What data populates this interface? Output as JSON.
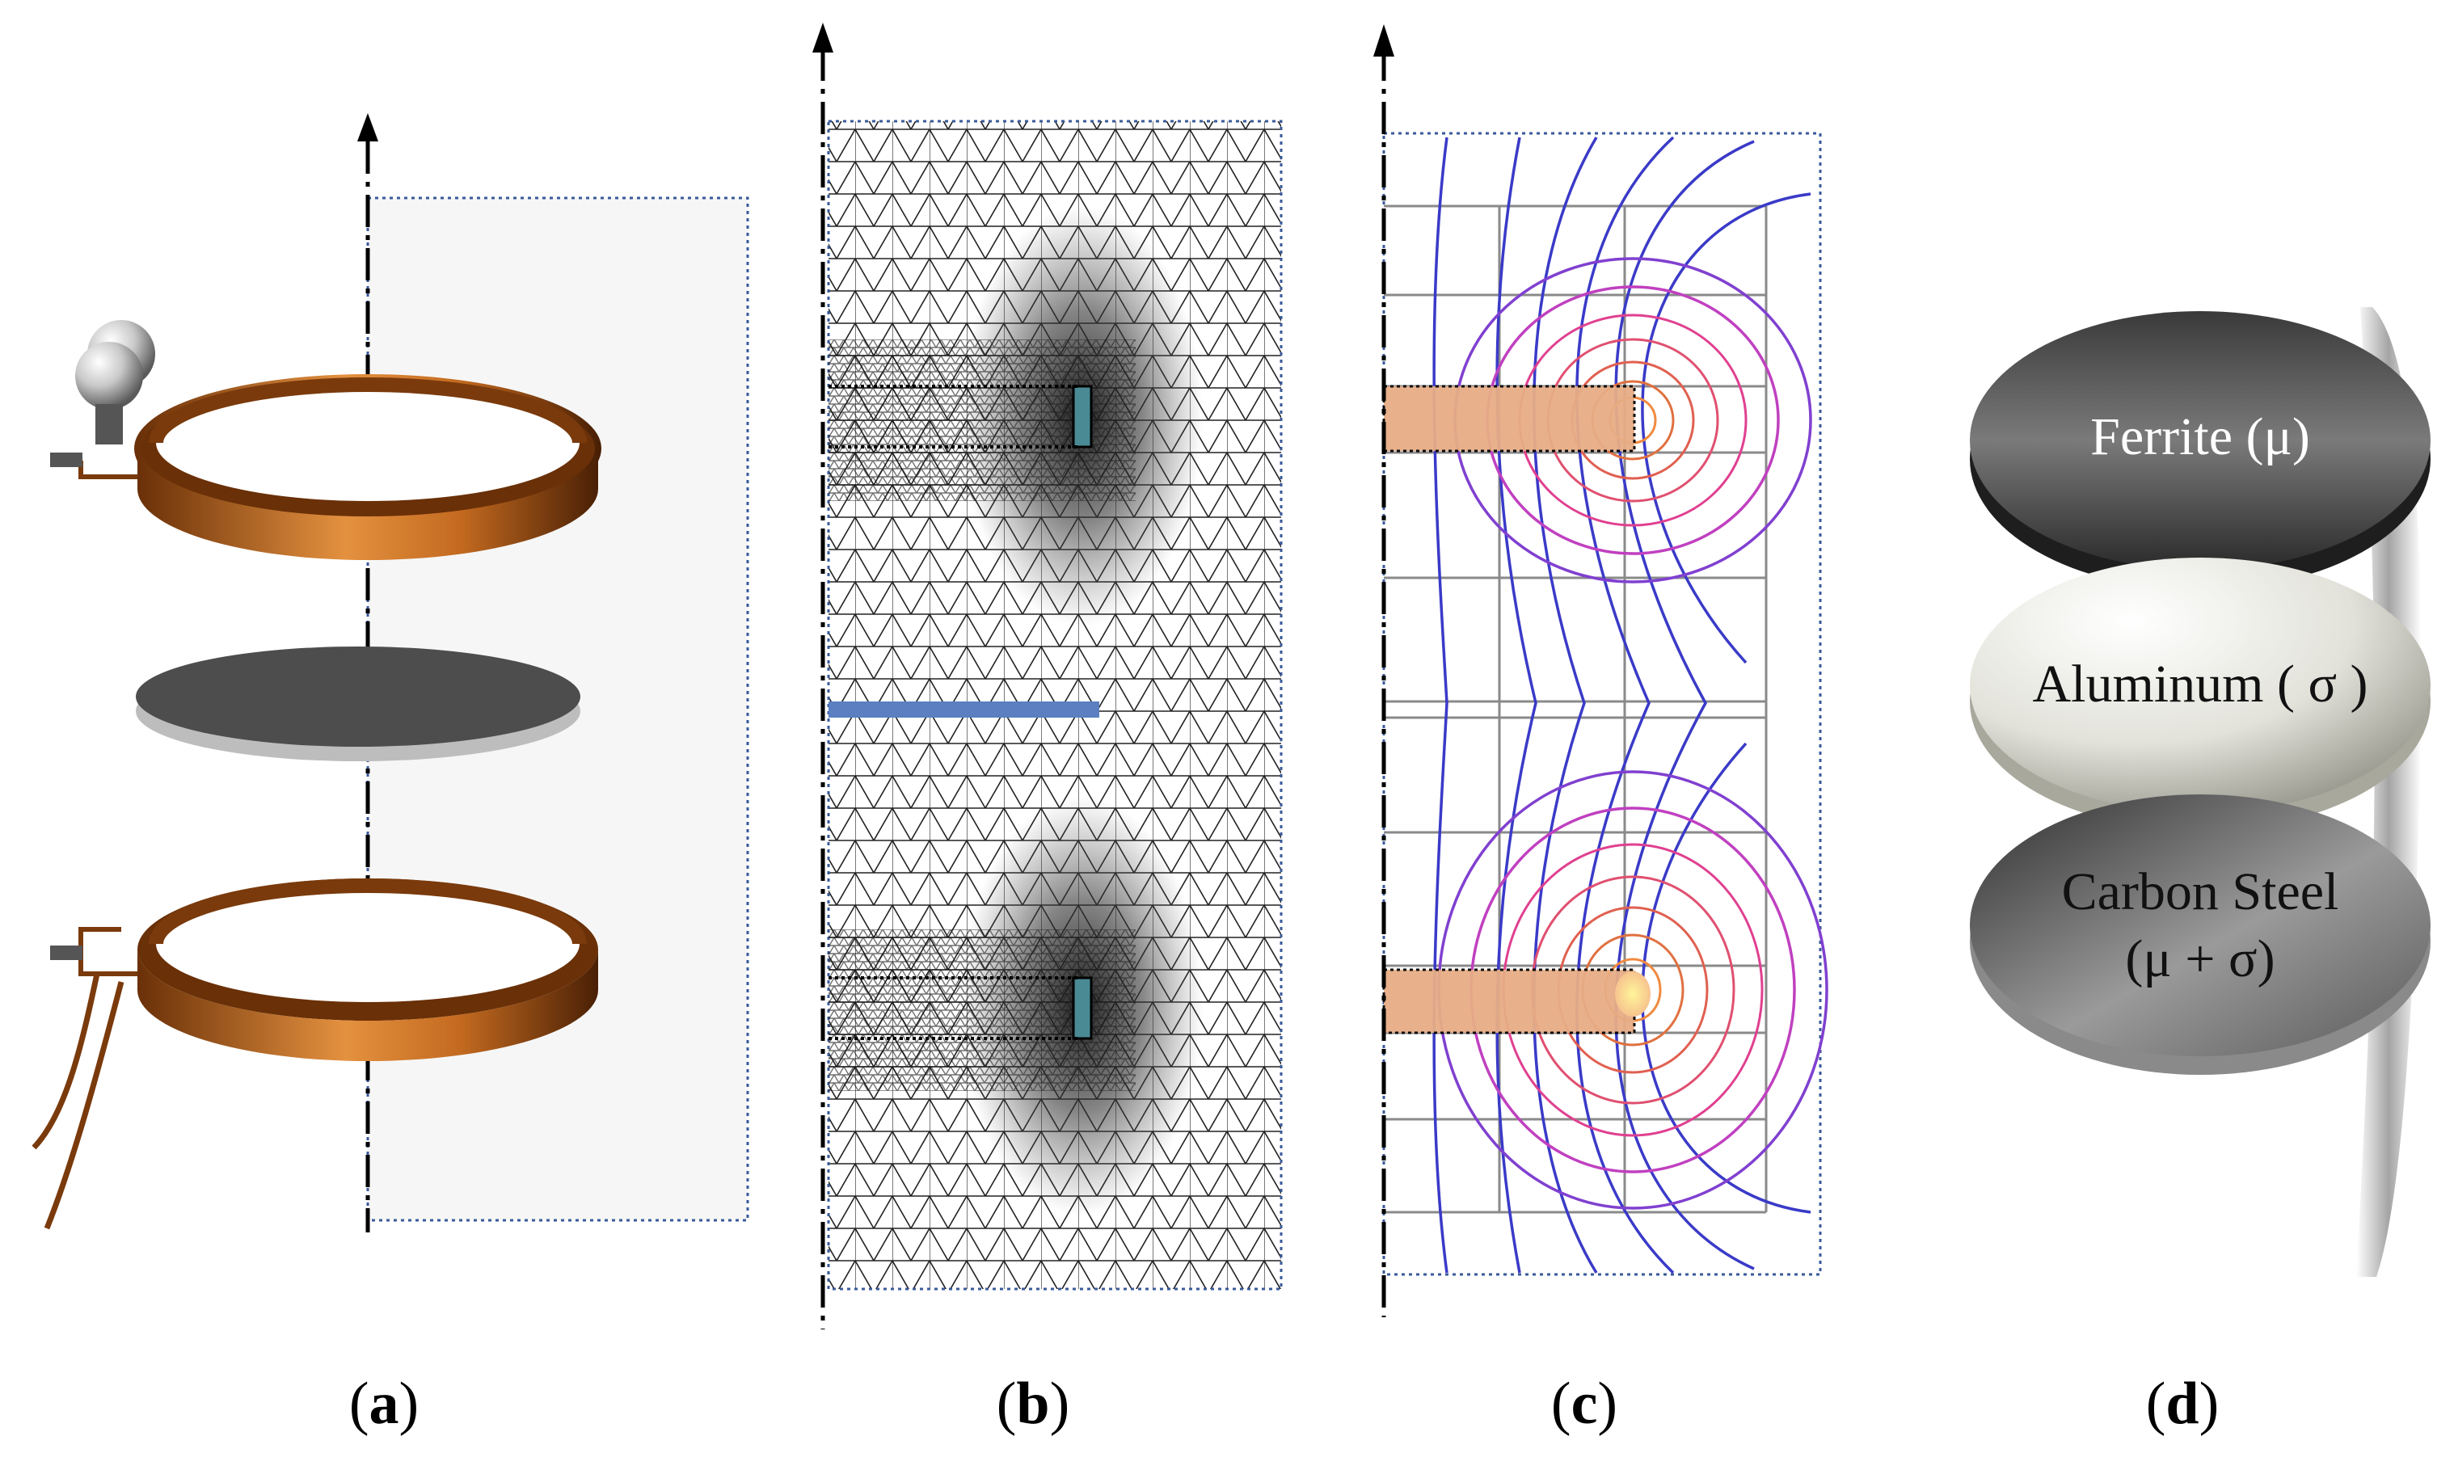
{
  "panels": {
    "a": {
      "label_open": "(",
      "label_letter": "a",
      "label_close": ")"
    },
    "b": {
      "label_open": "(",
      "label_letter": "b",
      "label_close": ")"
    },
    "c": {
      "label_open": "(",
      "label_letter": "c",
      "label_close": ")"
    },
    "d": {
      "label_open": "(",
      "label_letter": "d",
      "label_close": ")"
    }
  },
  "materials": {
    "ferrite": "Ferrite (μ)",
    "aluminum": "Aluminum ( σ )",
    "carbon_steel_line1": "Carbon Steel",
    "carbon_steel_line2": "(μ + σ)"
  },
  "colors": {
    "copper_light": "#e08a3c",
    "copper_dark": "#5a2a08",
    "plate": "#4d4d4d",
    "mesh_bar": "#5b7fc0",
    "coil_cell": "#e7ad86",
    "field_outer": "#3a3ac8",
    "field_inner": "#e04080"
  }
}
